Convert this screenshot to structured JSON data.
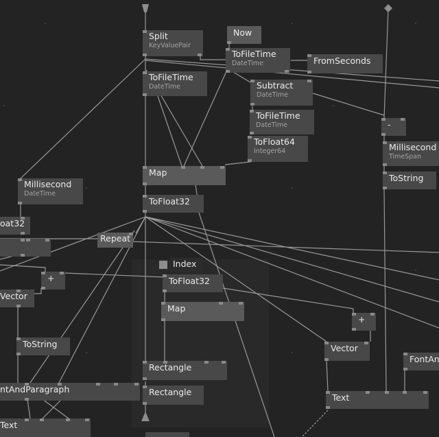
{
  "nodes": {
    "split": {
      "title": "Split",
      "subtitle": "KeyValuePair"
    },
    "now": {
      "title": "Now"
    },
    "tofiletime_1": {
      "title": "ToFileTime",
      "subtitle": "DateTime"
    },
    "fromseconds": {
      "title": "FromSeconds"
    },
    "tofiletime_2": {
      "title": "ToFileTime",
      "subtitle": "DateTime"
    },
    "subtract": {
      "title": "Subtract",
      "subtitle": "DateTime"
    },
    "tofiletime_3": {
      "title": "ToFileTime",
      "subtitle": "DateTime"
    },
    "tofloat64": {
      "title": "ToFloat64",
      "subtitle": "Integer64"
    },
    "minus": {
      "title": "-"
    },
    "millisecond_timespan": {
      "title": "Millisecond",
      "subtitle": "TimeSpan"
    },
    "tostring_right": {
      "title": "ToString"
    },
    "map_1": {
      "title": "Map"
    },
    "tofloat32_1": {
      "title": "ToFloat32"
    },
    "millisecond_datetime": {
      "title": "Millisecond",
      "subtitle": "DateTime"
    },
    "tofloat32_left": {
      "title": "oat32"
    },
    "repeat": {
      "title": "Repeat"
    },
    "index": {
      "title": "Index"
    },
    "tofloat32_2": {
      "title": "ToFloat32"
    },
    "plus_left": {
      "title": "+"
    },
    "vector_left": {
      "title": "Vector"
    },
    "map_2": {
      "title": "Map"
    },
    "plus_right": {
      "title": "+"
    },
    "tostring_left": {
      "title": "ToString"
    },
    "vector_right": {
      "title": "Vector"
    },
    "fontandparagraph_right": {
      "title": "FontAn"
    },
    "rectangle_1": {
      "title": "Rectangle"
    },
    "rectangle_2": {
      "title": "Rectangle"
    },
    "fontandparagraph_left": {
      "title": "ntAndParagraph"
    },
    "text_right": {
      "title": "Text"
    },
    "text_left": {
      "title": "Text"
    }
  },
  "colors": {
    "background": "#232323",
    "node": "#484848",
    "node_light": "#5a5a5a",
    "wire": "#9a9a9a",
    "pin": "#8a8a8a",
    "subtitle": "#a3a3a3"
  }
}
